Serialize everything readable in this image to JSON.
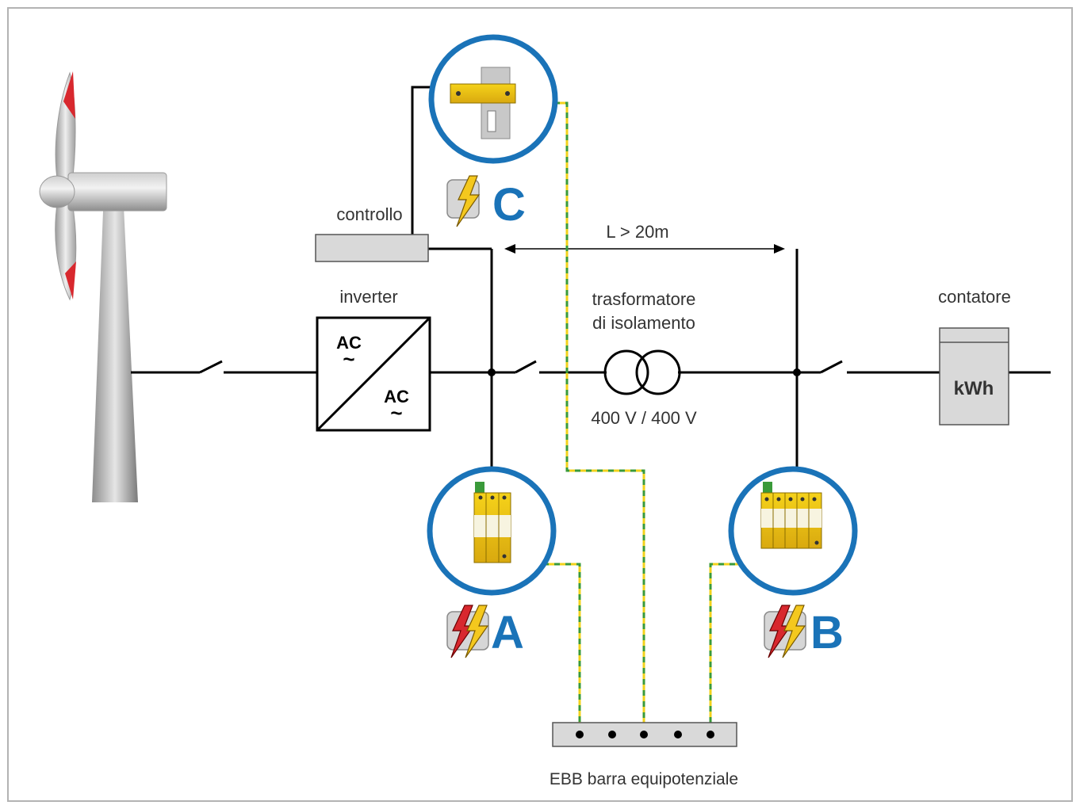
{
  "labels": {
    "controllo": "controllo",
    "inverter": "inverter",
    "distance": "L > 20m",
    "transformer_line1": "trasformatore",
    "transformer_line2": "di isolamento",
    "transformer_voltage": "400 V / 400 V",
    "meter": "contatore",
    "meter_unit": "kWh",
    "ebb": "EBB barra equipotenziale"
  },
  "inverter": {
    "ac_in": "AC",
    "ac_out": "AC"
  },
  "spd_points": [
    {
      "letter": "A",
      "icon": "type1-type2-lightning-icon"
    },
    {
      "letter": "B",
      "icon": "type1-type2-lightning-icon"
    },
    {
      "letter": "C",
      "icon": "type2-lightning-icon"
    }
  ],
  "colors": {
    "circle": "#1a73b8",
    "letter": "#1a73b8",
    "earth_green": "#3a9a3a",
    "earth_yellow": "#f2d21b",
    "equipment_gray": "#d9d9d9",
    "bolt_red": "#d8282e",
    "bolt_yellow": "#f4c81e"
  }
}
